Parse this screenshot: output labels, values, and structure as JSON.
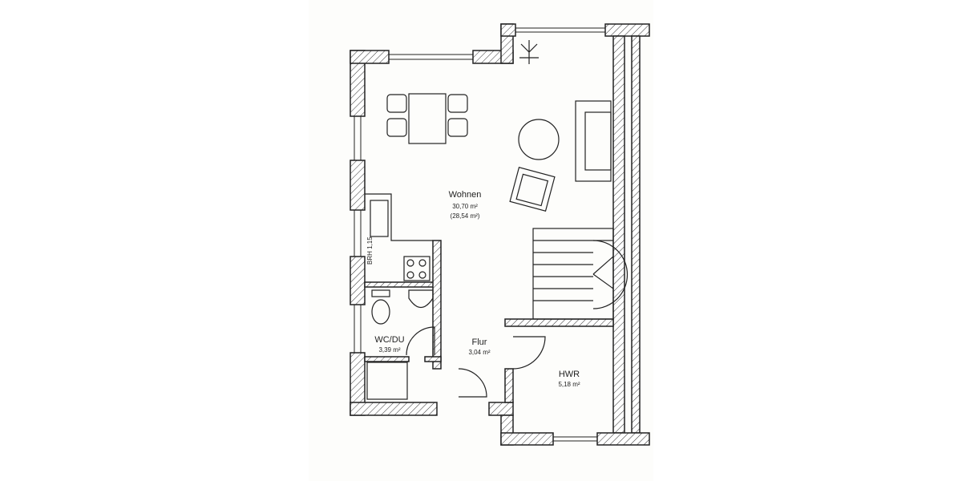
{
  "rooms": {
    "wohnen": {
      "name": "Wohnen",
      "area": "30,70 m²",
      "area_alt": "(28,54 m²)"
    },
    "wc": {
      "name": "WC/DU",
      "area": "3,39 m²"
    },
    "flur": {
      "name": "Flur",
      "area": "3,04 m²"
    },
    "hwr": {
      "name": "HWR",
      "area": "5,18 m²"
    }
  },
  "annotations": {
    "brh": "BRH 1,15"
  },
  "colors": {
    "line": "#222222",
    "paper": "#fdfdfb"
  }
}
